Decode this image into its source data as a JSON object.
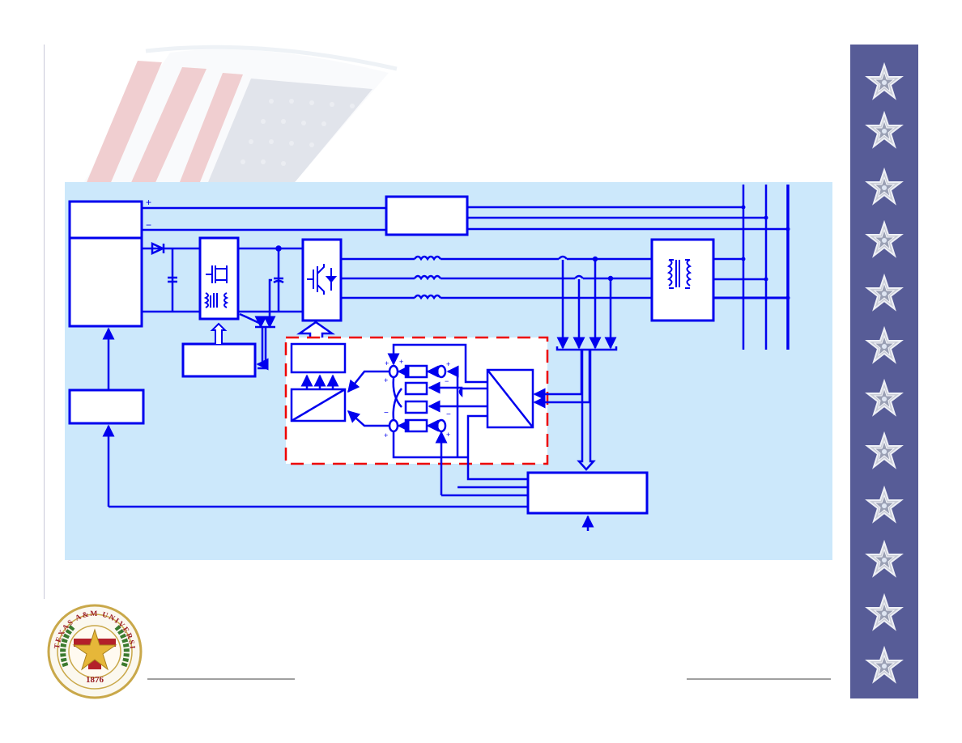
{
  "slide": {
    "background": "#ffffff",
    "panel_color": "#cce8fb",
    "line_color": "#0000ee",
    "control_box_border": "#ee0000"
  },
  "diagram": {
    "title": "",
    "blocks": [
      {
        "id": "source-top",
        "label": ""
      },
      {
        "id": "source-bottom",
        "label": ""
      },
      {
        "id": "dc-dc-converter",
        "label": "",
        "icon": "mosfet-transformer-icon"
      },
      {
        "id": "dc-ac-inverter",
        "label": "",
        "icon": "igbt-icon"
      },
      {
        "id": "aux-load",
        "label": ""
      },
      {
        "id": "grid-transformer",
        "label": "",
        "icon": "transformer-icon"
      },
      {
        "id": "converter-driver",
        "label": ""
      },
      {
        "id": "source-controller",
        "label": ""
      },
      {
        "id": "pwm-block",
        "label": ""
      },
      {
        "id": "inverse-transform",
        "label": ""
      },
      {
        "id": "abc-dq-transform",
        "label": ""
      },
      {
        "id": "pi-controllers",
        "label": ""
      },
      {
        "id": "supervisory-controller",
        "label": ""
      }
    ],
    "dc_bus_labels": {
      "plus": "+",
      "minus": "−"
    },
    "summing_signs": [
      "+",
      "+",
      "+",
      "−",
      "−",
      "+",
      "+",
      "−",
      "−",
      "+"
    ],
    "phase_lines": 3,
    "grid_buses": 3
  },
  "sidebar": {
    "color": "#575c97",
    "star_count": 12,
    "star_icon": "silver-star-icon"
  },
  "footer": {
    "seal": {
      "top_text": "TEXAS A&M UNIVERSITY",
      "year": "1876"
    }
  }
}
